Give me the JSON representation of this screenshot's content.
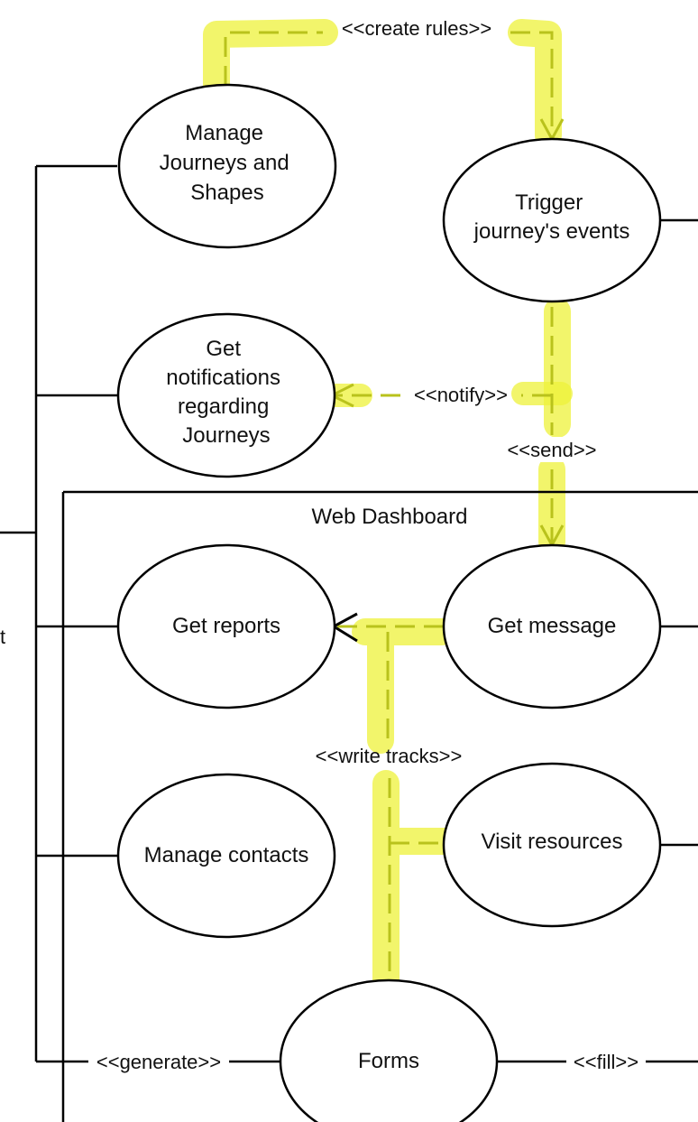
{
  "system": {
    "title": "Web Dashboard"
  },
  "actor": {
    "fragment": "t"
  },
  "use_cases": {
    "manage_journeys": [
      "Manage",
      "Journeys and",
      "Shapes"
    ],
    "trigger_events": [
      "Trigger",
      "journey's events"
    ],
    "get_notifications": [
      "Get",
      "notifications",
      "regarding",
      "Journeys"
    ],
    "get_reports": [
      "Get reports"
    ],
    "get_message": [
      "Get message"
    ],
    "manage_contacts": [
      "Manage contacts"
    ],
    "visit_resources": [
      "Visit resources"
    ],
    "forms": [
      "Forms"
    ]
  },
  "relations": {
    "create_rules": "<<create rules>>",
    "notify": "<<notify>>",
    "send": "<<send>>",
    "write_tracks": "<<write tracks>>",
    "generate": "<<generate>>",
    "fill": "<<fill>>"
  },
  "colors": {
    "highlight": "#eef23a",
    "dashed_arrow": "#b9c21c",
    "line": "#000000"
  }
}
